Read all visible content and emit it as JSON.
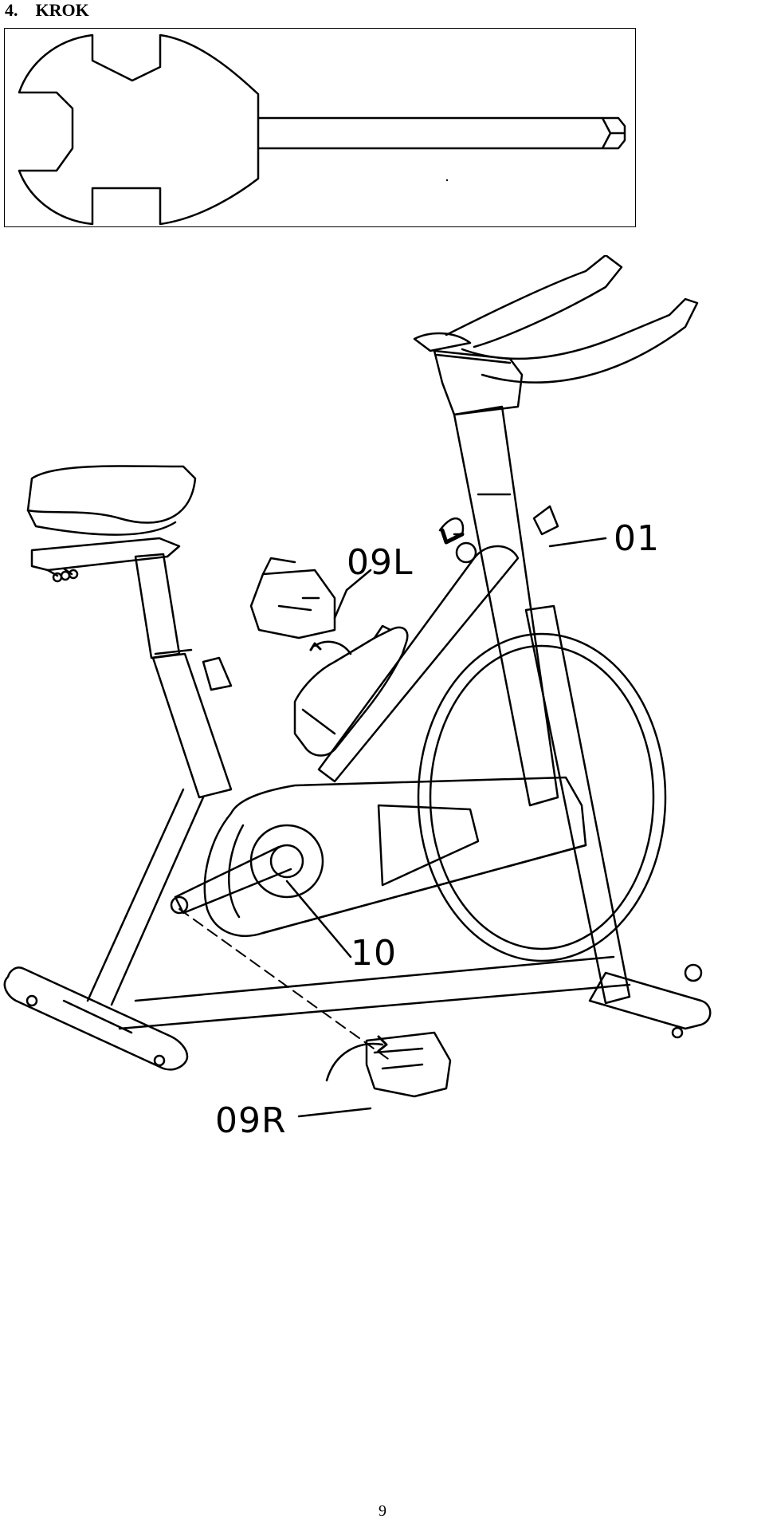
{
  "step": {
    "number": "4.",
    "title": "KROK"
  },
  "parts": [
    {
      "code": "01"
    },
    {
      "code": "09L"
    },
    {
      "code": "10"
    },
    {
      "code": "09R"
    }
  ],
  "page_number": "9"
}
